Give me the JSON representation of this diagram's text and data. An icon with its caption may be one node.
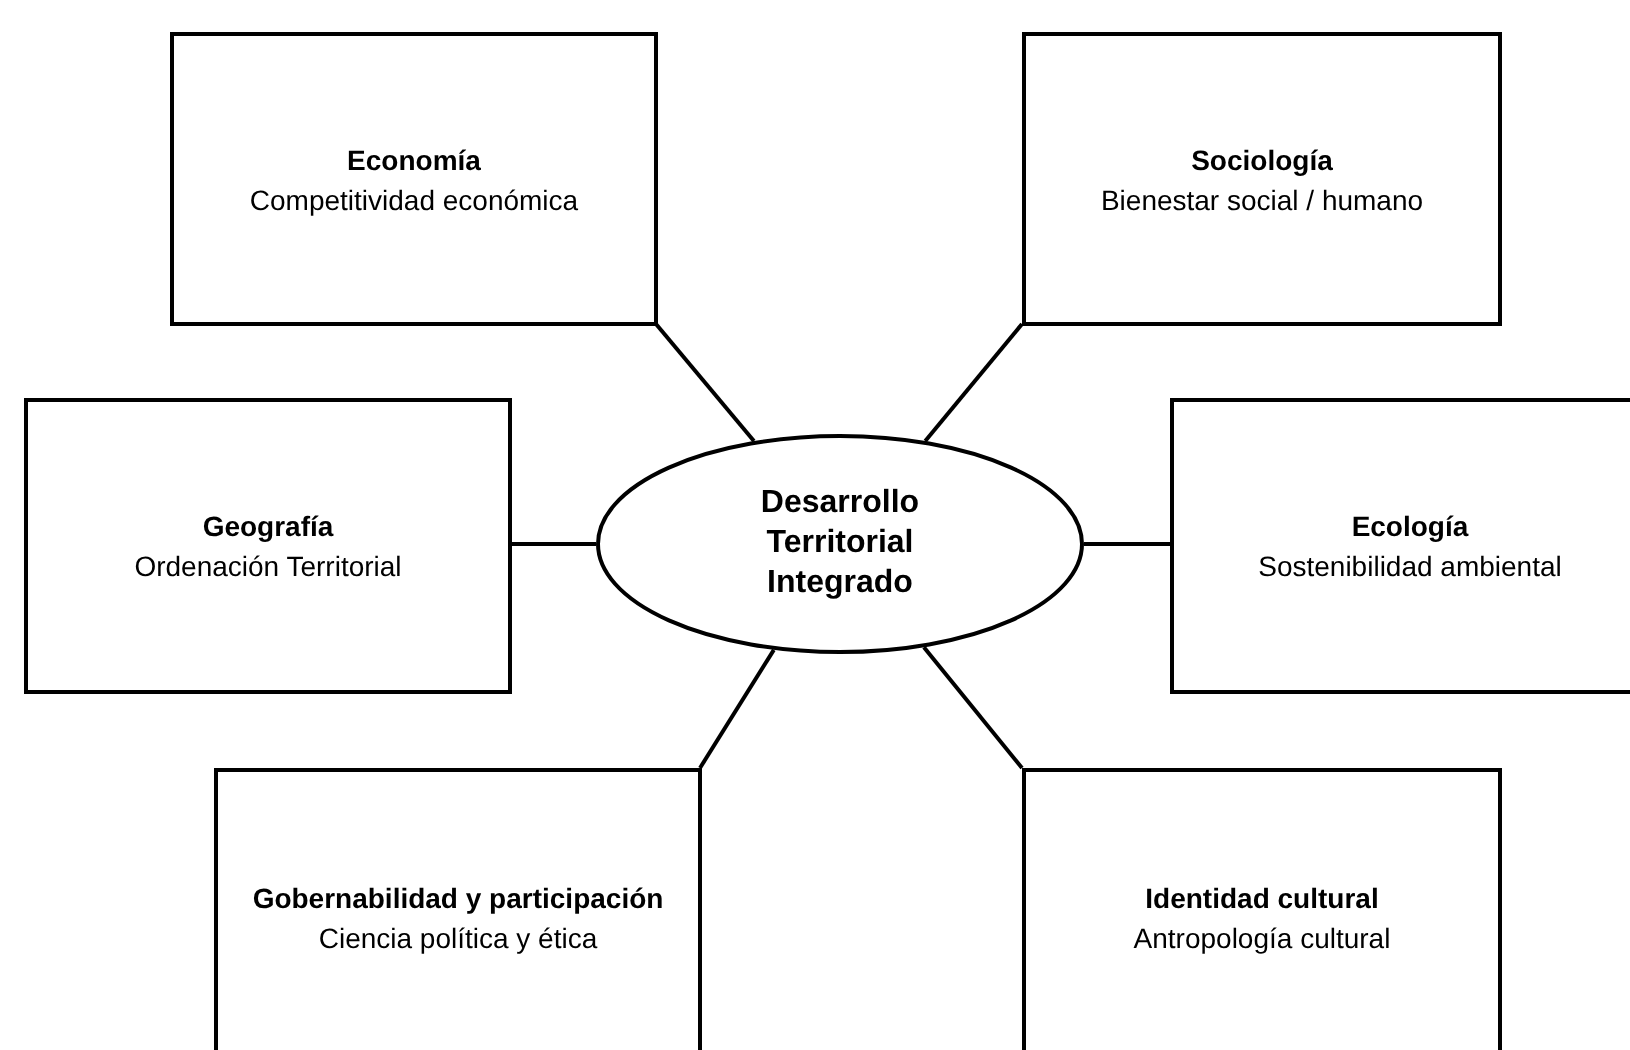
{
  "diagram": {
    "nodes": [
      {
        "text": [
          "Economía",
          "Competitividad económica"
        ]
      },
      {
        "text": [
          "Sociología",
          "Bienestar social / humano"
        ]
      },
      {
        "text": [
          "Geografía",
          "Ordenación Territorial"
        ]
      },
      {
        "text": [
          "Desarrollo Territorial Integrado"
        ]
      },
      {
        "text": [
          "Ecología",
          "Sostenibilidad ambiental"
        ]
      },
      {
        "text": [
          "Gobernabilidad y participación",
          "Ciencia política y ética"
        ]
      },
      {
        "text": [
          "Identidad cultural",
          "Antropología cultural"
        ]
      }
    ],
    "edges": [
      {
        "from": 3,
        "to": 0,
        "arrow": "none"
      },
      {
        "from": 3,
        "to": 1,
        "arrow": "none"
      },
      {
        "from": 3,
        "to": 2,
        "arrow": "none"
      },
      {
        "from": 3,
        "to": 4,
        "arrow": "none"
      },
      {
        "from": 3,
        "to": 5,
        "arrow": "none"
      },
      {
        "from": 3,
        "to": 6,
        "arrow": "none"
      }
    ]
  }
}
